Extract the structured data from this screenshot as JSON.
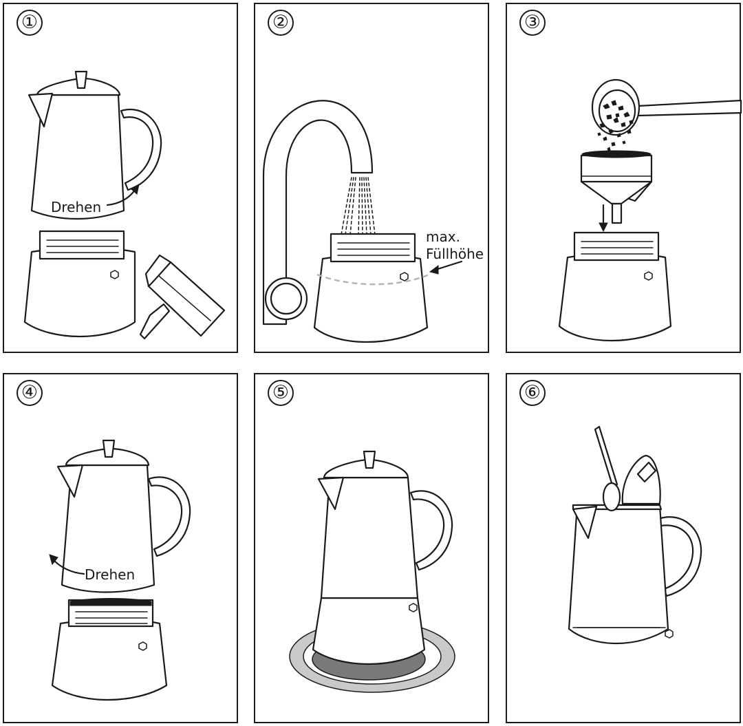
{
  "colors": {
    "line": "#1a1a1a",
    "background": "#ffffff",
    "water_line": "#b5b5b5",
    "stove_ring_outer": "#c9c9c9",
    "stove_ring_inner": "#7a7a7a"
  },
  "steps": [
    {
      "number": "①",
      "label": "Drehen"
    },
    {
      "number": "②",
      "label_line1": "max.",
      "label_line2": "Füllhöhe"
    },
    {
      "number": "③"
    },
    {
      "number": "④",
      "label": "Drehen"
    },
    {
      "number": "⑤"
    },
    {
      "number": "⑥"
    }
  ]
}
